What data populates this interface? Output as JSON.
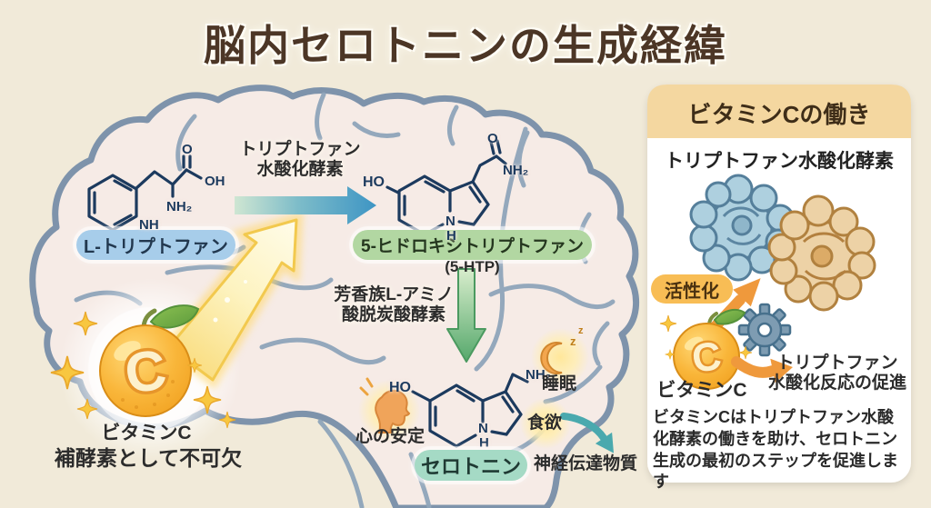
{
  "title": "脳内セロトニンの生成経緯",
  "colors": {
    "background": "#f1ead9",
    "brain_fill": "#f6ebe6",
    "brain_outline": "#8297ad",
    "structure_navy": "#1c3a5e",
    "pill_blue": "#a7cdea",
    "pill_green": "#b2d7a2",
    "pill_teal": "#a5dac5",
    "arrow_blue": "#3e95c4",
    "arrow_green": "#55a86b",
    "arrow_orange": "#ef993c",
    "beam_yellow": "#f6cf5a",
    "orange_fruit": "#f5a71f",
    "panel_header": "#f4d7a0",
    "activation_pill": "#f8bd55",
    "title_brown": "#4c3626"
  },
  "left": {
    "reaction1": {
      "line1": "トリプトファン",
      "line2": "水酸化酵素"
    },
    "reaction2": {
      "line1": "芳香族L-アミノ",
      "line2": "酸脱炭酸酵素"
    },
    "ltryptophan": {
      "label": "L-トリプトファン",
      "atom_o": "O",
      "atom_oh": "OH",
      "atom_nh2": "NH₂",
      "atom_nh": "NH"
    },
    "htp5": {
      "label": "5-ヒドロキシトリプトファン",
      "sublabel": "(5-HTP)",
      "atom_ho": "HO",
      "atom_o": "O",
      "atom_nh2": "NH₂",
      "atom_n": "N",
      "atom_h": "H"
    },
    "serotonin": {
      "label": "セロトニン",
      "atom_ho": "HO",
      "atom_nh2": "NH₂",
      "atom_n": "N",
      "atom_h": "H"
    },
    "vitaminc": {
      "letter": "C",
      "label": "ビタミンC",
      "note": "補酵素として不可欠"
    },
    "effects": {
      "calm": "心の安定",
      "sleep": "睡眠",
      "zz": "z",
      "appetite": "食欲",
      "neurotransmitter": "神経伝達物質"
    }
  },
  "panel": {
    "title": "ビタミンCの働き",
    "enzyme_label": "トリプトファン水酸化酵素",
    "activation": "活性化",
    "vitaminc": {
      "letter": "C",
      "label": "ビタミンC"
    },
    "promotion": {
      "line1": "トリプトファン",
      "line2": "水酸化反応の促進"
    },
    "description": "ビタミンCはトリプトファン水酸化酵素の働きを助け、セロトニン生成の最初のステップを促進します"
  }
}
